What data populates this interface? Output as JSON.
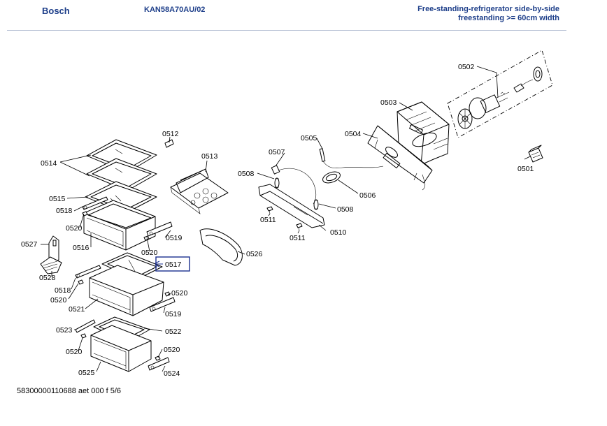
{
  "header": {
    "brand": "Bosch",
    "model": "KAN58A70AU/02",
    "description_line1": "Free-standing-refrigerator side-by-side",
    "description_line2": "freestanding >= 60cm width"
  },
  "footer": {
    "doc_code": "58300000110688 aet 000 f 5/6"
  },
  "parts": {
    "p0502": "0502",
    "p0503": "0503",
    "p0504": "0504",
    "p0505": "0505",
    "p0501": "0501",
    "p0507": "0507",
    "p0508a": "0508",
    "p0506": "0506",
    "p0508b": "0508",
    "p0511a": "0511",
    "p0511b": "0511",
    "p0510": "0510",
    "p0512": "0512",
    "p0513": "0513",
    "p0514": "0514",
    "p0515": "0515",
    "p0518a": "0518",
    "p0520a": "0520",
    "p0519a": "0519",
    "p0527": "0527",
    "p0516": "0516",
    "p0520b": "0520",
    "p0526": "0526",
    "p0517": "0517",
    "p0528": "0528",
    "p0518b": "0518",
    "p0520c": "0520",
    "p0520d": "0520",
    "p0521": "0521",
    "p0519b": "0519",
    "p0523": "0523",
    "p0522": "0522",
    "p0520e": "0520",
    "p0520f": "0520",
    "p0525": "0525",
    "p0524": "0524"
  },
  "highlight_color": "#1a2f8f"
}
